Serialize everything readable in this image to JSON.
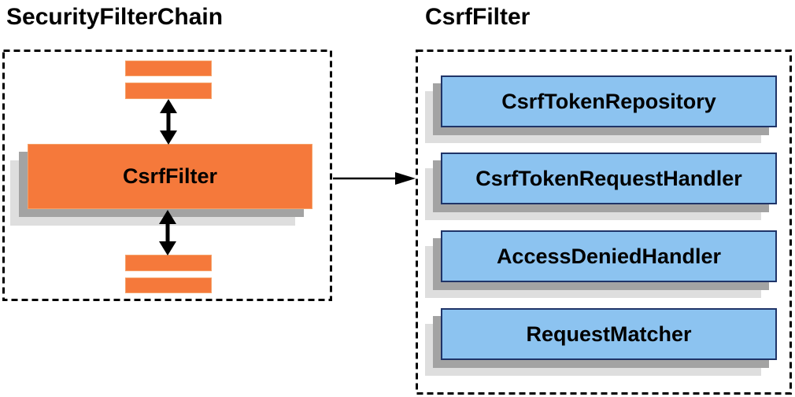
{
  "left_panel": {
    "title": "SecurityFilterChain",
    "csrf_filter_label": "CsrfFilter"
  },
  "right_panel": {
    "title": "CsrfFilter",
    "components": [
      {
        "label": "CsrfTokenRepository"
      },
      {
        "label": "CsrfTokenRequestHandler"
      },
      {
        "label": "AccessDeniedHandler"
      },
      {
        "label": "RequestMatcher"
      }
    ]
  },
  "colors": {
    "orange_fill": "#f5793b",
    "orange_border": "#f5a269",
    "blue_fill": "#8cc3f0",
    "blue_border": "#1f3468",
    "shadow_dark": "#a3a3a3",
    "shadow_light": "#dedede",
    "line_color": "#000000"
  }
}
